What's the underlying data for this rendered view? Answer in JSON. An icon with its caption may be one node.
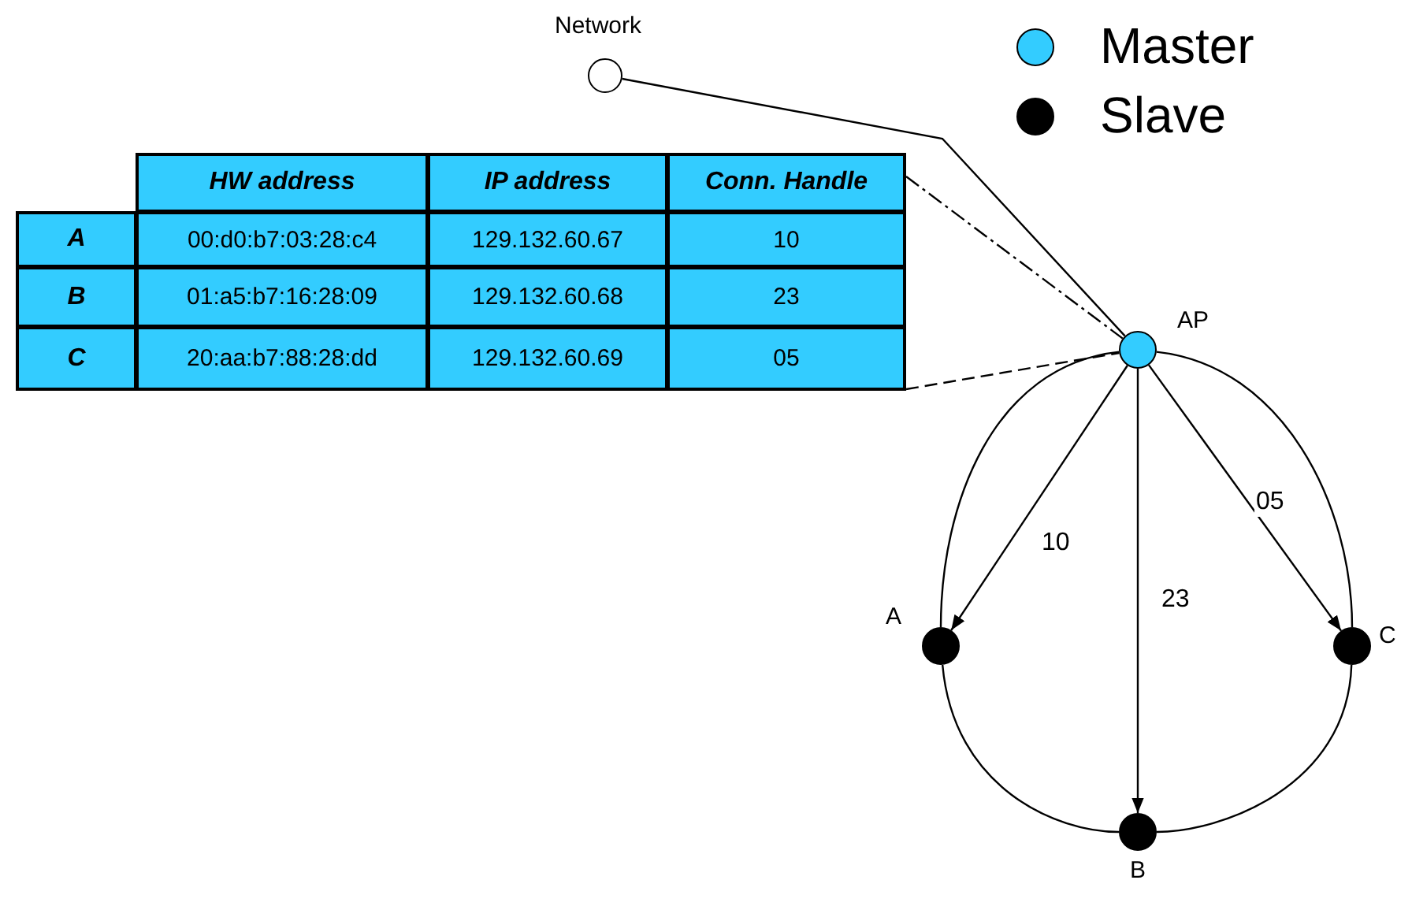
{
  "diagram": {
    "nodes": [
      {
        "text": [
          "Network"
        ]
      },
      {
        "text": [
          "HW address",
          "IP address",
          "Conn. Handle",
          "A",
          "00:d0:b7:03:28:c4",
          "129.132.60.67",
          "10",
          "B",
          "01:a5:b7:16:28:09",
          "129.132.60.68",
          "23",
          "C",
          "20:aa:b7:88:28:dd",
          "129.132.60.69",
          "05"
        ]
      },
      {
        "text": [
          "AP"
        ]
      },
      {
        "text": [
          "A"
        ]
      },
      {
        "text": [
          "C"
        ]
      },
      {
        "text": [
          "B"
        ]
      }
    ],
    "edges": [
      {
        "from": 0,
        "to": 2,
        "arrow": "none"
      },
      {
        "from": 1,
        "to": 2,
        "arrow": "none",
        "style": "dashed"
      },
      {
        "from": 1,
        "to": 2,
        "arrow": "none",
        "style": "dashed"
      },
      {
        "from": 2,
        "to": 3,
        "arrow": "to",
        "label": "10"
      },
      {
        "from": 2,
        "to": 5,
        "arrow": "to",
        "label": "23"
      },
      {
        "from": 2,
        "to": 4,
        "arrow": "to",
        "label": "05"
      },
      {
        "from": 2,
        "to": 3,
        "arrow": "none"
      },
      {
        "from": 3,
        "to": 5,
        "arrow": "none"
      },
      {
        "from": 5,
        "to": 4,
        "arrow": "none"
      },
      {
        "from": 4,
        "to": 2,
        "arrow": "none"
      }
    ],
    "legend": [
      {
        "text": "Master",
        "color": "#33ccff"
      },
      {
        "text": "Slave",
        "color": "#000000"
      }
    ]
  }
}
